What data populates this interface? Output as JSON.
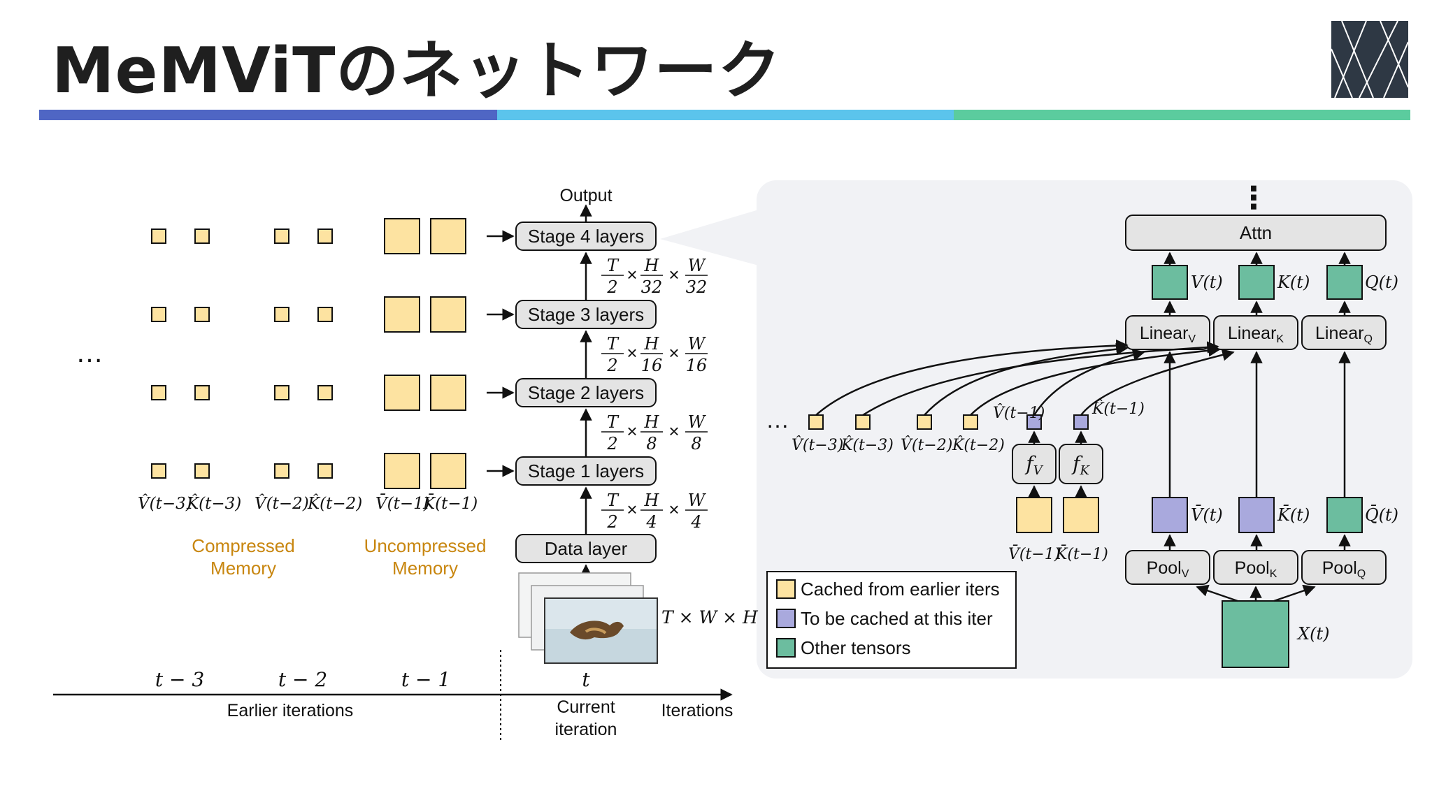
{
  "slide": {
    "title": "MeMViTのネットワーク",
    "bar_colors": [
      "#4f66c4",
      "#5bc4ec",
      "#5bcc9e"
    ]
  },
  "colors": {
    "cached": "#fde3a1",
    "to_cache": "#a9a9dd",
    "other": "#6cbd9f",
    "layer_box": "#e4e4e4",
    "memory_label": "#c8860f",
    "panel_bg": "#f1f2f5"
  },
  "left": {
    "output_label": "Output",
    "stage_labels": [
      "Stage 4 layers",
      "Stage 3 layers",
      "Stage 2 layers",
      "Stage 1 layers"
    ],
    "data_layer_label": "Data layer",
    "dims": [
      {
        "t": "T",
        "tden": "2",
        "h": "H",
        "hden": "32",
        "w": "W",
        "wden": "32"
      },
      {
        "t": "T",
        "tden": "2",
        "h": "H",
        "hden": "16",
        "w": "W",
        "wden": "16"
      },
      {
        "t": "T",
        "tden": "2",
        "h": "H",
        "hden": "8",
        "w": "W",
        "wden": "8"
      },
      {
        "t": "T",
        "tden": "2",
        "h": "H",
        "hden": "4",
        "w": "W",
        "wden": "4"
      }
    ],
    "times_symbol": "×",
    "input_dims": "T × W × H",
    "ellipsis": "…",
    "memory_labels": {
      "v_t3": "V̂(t−3)",
      "k_t3": "K̂(t−3)",
      "v_t2": "V̂(t−2)",
      "k_t2": "K̂(t−2)",
      "v_t1": "V̄(t−1)",
      "k_t1": "K̄(t−1)"
    },
    "compressed_memory": [
      "Compressed",
      "Memory"
    ],
    "uncompressed_memory": [
      "Uncompressed",
      "Memory"
    ],
    "timeline": {
      "ticks": [
        "t − 3",
        "t − 2",
        "t − 1",
        "t"
      ],
      "earlier_label": "Earlier iterations",
      "current_label": [
        "Current",
        "iteration"
      ],
      "axis_label": "Iterations"
    }
  },
  "right": {
    "vdots": "⋮",
    "attn_label": "Attn",
    "linear_labels": [
      {
        "base": "Linear",
        "sub": "V"
      },
      {
        "base": "Linear",
        "sub": "K"
      },
      {
        "base": "Linear",
        "sub": "Q"
      }
    ],
    "pool_labels": [
      {
        "base": "Pool",
        "sub": "V"
      },
      {
        "base": "Pool",
        "sub": "K"
      },
      {
        "base": "Pool",
        "sub": "Q"
      }
    ],
    "f_labels": [
      {
        "base": "f",
        "sub": "V"
      },
      {
        "base": "f",
        "sub": "K"
      }
    ],
    "tensor_labels": {
      "v_t": "V(t)",
      "k_t": "K(t)",
      "q_t": "Q(t)",
      "vbar_t": "V̄(t)",
      "kbar_t": "K̄(t)",
      "qbar_t": "Q̄(t)",
      "x_t": "X(t)",
      "vhat_t1": "V̂(t−1)",
      "khat_t1": "K̂(t−1)",
      "vbar_t1": "V̄(t−1)",
      "kbar_t1": "K̄(t−1)",
      "v_t3": "V̂(t−3)",
      "k_t3": "K̂(t−3)",
      "v_t2": "V̂(t−2)",
      "k_t2": "K̂(t−2)"
    },
    "ellipsis": "…",
    "legend": [
      {
        "label": "Cached from earlier iters",
        "color": "#fde3a1"
      },
      {
        "label": "To be cached at this iter",
        "color": "#a9a9dd"
      },
      {
        "label": "Other tensors",
        "color": "#6cbd9f"
      }
    ]
  }
}
